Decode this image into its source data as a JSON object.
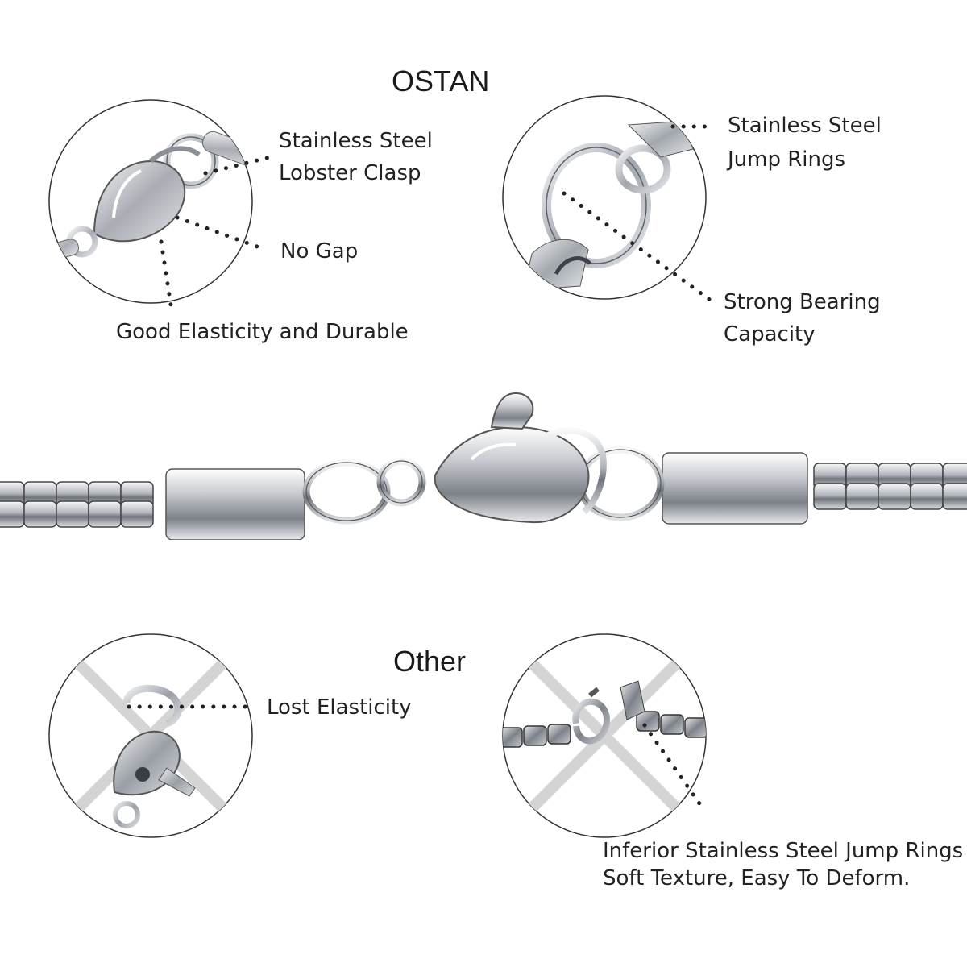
{
  "headings": {
    "ostan": "OSTAN",
    "other": "Other"
  },
  "labels": {
    "clasp_line1": "Stainless Steel",
    "clasp_line2": "Lobster Clasp",
    "no_gap": "No Gap",
    "elastic": "Good Elasticity and Durable",
    "rings_line1": "Stainless Steel",
    "rings_line2": "Jump Rings",
    "bearing_line1": "Strong Bearing",
    "bearing_line2": "Capacity",
    "lost": "Lost Elasticity",
    "inferior_line1": "Inferior Stainless Steel Jump Rings",
    "inferior_line2": "Soft Texture, Easy To Deform."
  },
  "icons": {
    "top_left": "lobster-clasp-detail-icon",
    "top_right": "jump-ring-detail-icon",
    "bottom_left": "deformed-clasp-icon",
    "bottom_right": "deformed-jump-ring-icon",
    "center": "chain-necklace-icon"
  },
  "colors": {
    "text": "#222222",
    "metal": "#b8bcc2",
    "metal_dark": "#6e737a",
    "cross": "#d4d4d4",
    "dots": "#222222"
  }
}
